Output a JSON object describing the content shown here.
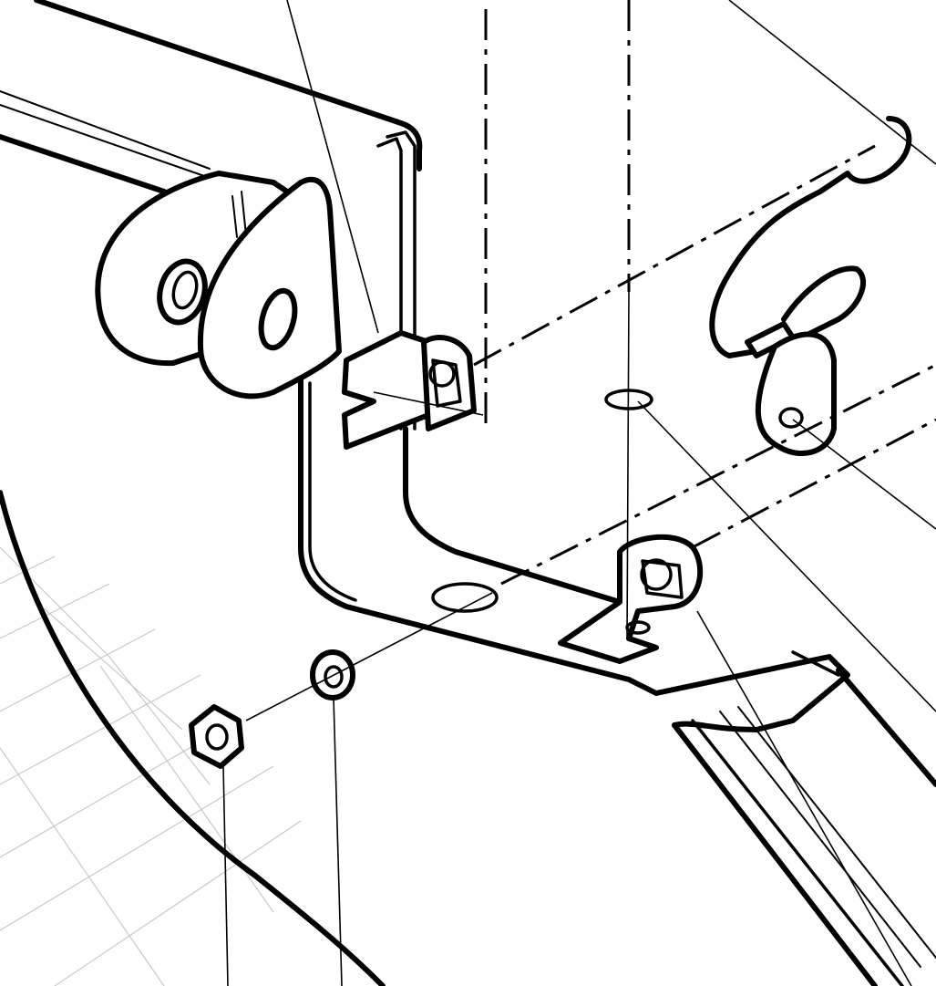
{
  "figure": {
    "kind": "exploded-assembly-line-drawing",
    "parts": [
      "frame-bracket",
      "hinge-plate",
      "tab-bracket-upper",
      "tab-bracket-lower",
      "lynch-pin",
      "washer",
      "hex-nut",
      "tube-arm"
    ],
    "colors": {
      "ink": "#000000",
      "paper": "#ffffff",
      "floor-grid": "#c8c8c8"
    }
  }
}
